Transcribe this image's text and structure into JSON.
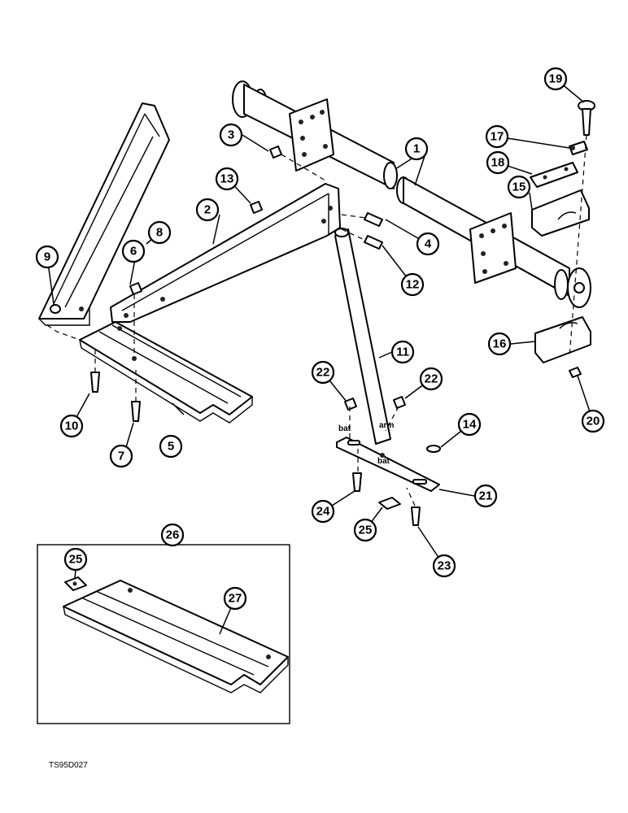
{
  "callouts": {
    "c1": "1",
    "c2": "2",
    "c3": "3",
    "c4": "4",
    "c5": "5",
    "c6": "6",
    "c7": "7",
    "c8": "8",
    "c9": "9",
    "c10": "10",
    "c11": "11",
    "c12": "12",
    "c13": "13",
    "c14": "14",
    "c15": "15",
    "c16": "16",
    "c17": "17",
    "c18": "18",
    "c19": "19",
    "c20": "20",
    "c21": "21",
    "c22a": "22",
    "c22b": "22",
    "c23": "23",
    "c24": "24",
    "c25a": "25",
    "c25b": "25",
    "c26": "26",
    "c27": "27"
  },
  "labels": {
    "arm": "arm",
    "bat1": "bat",
    "bat2": "bat"
  },
  "figure_code": "TS95D027"
}
